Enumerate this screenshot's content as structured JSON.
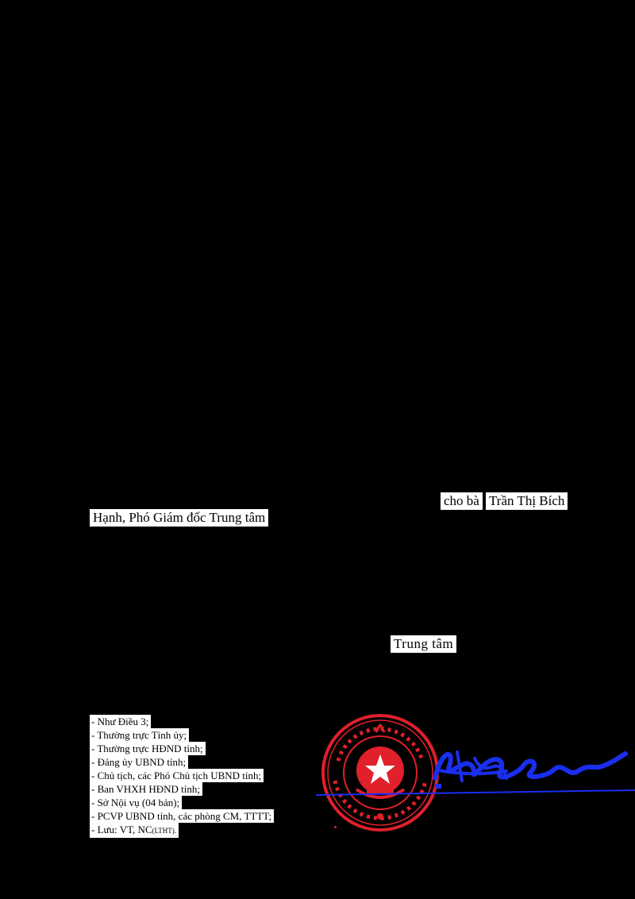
{
  "body": {
    "fragment_cho": "cho bà",
    "fragment_name": "Trần Thị Bích",
    "fragment_hanh": "Hạnh, Phó Giám đốc Trung tâm",
    "fragment_trung_tam": "Trung tâm"
  },
  "recipients": [
    "- Như Điều 3;",
    "- Thường trực Tỉnh ủy;",
    "- Thường trực HĐND tỉnh;",
    "- Đảng ủy UBND tỉnh;",
    "- Chủ tịch, các Phó Chủ tịch UBND tỉnh;",
    "- Ban VHXH HĐND tỉnh;",
    "- Sở Nội vụ (04 bản);",
    "- PCVP UBND tỉnh, các phòng CM, TTTT;"
  ],
  "recipient_last": {
    "main": "- Lưu: VT, NC",
    "suffix": "(LTHT)."
  },
  "colors": {
    "seal": "#e0202a",
    "signature": "#1a2ef0",
    "page_mask": "#000000"
  },
  "icons": {
    "seal": "state-seal-icon",
    "signature": "signature-icon"
  }
}
